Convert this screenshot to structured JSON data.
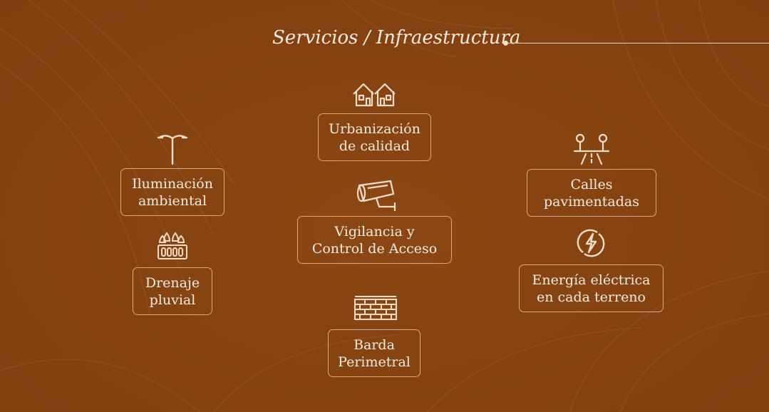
{
  "title": "Servicios / Infraestructura",
  "services": [
    {
      "line1": "Iluminación",
      "line2": "ambiental",
      "icon": "street-lamp-icon"
    },
    {
      "line1": "Drenaje",
      "line2": "pluvial",
      "icon": "drainage-icon"
    },
    {
      "line1": "Urbanización",
      "line2": "de calidad",
      "icon": "houses-icon"
    },
    {
      "line1": "Vigilancia y",
      "line2": "Control de Acceso",
      "icon": "security-camera-icon"
    },
    {
      "line1": "Barda",
      "line2": "Perimetral",
      "icon": "brick-wall-icon"
    },
    {
      "line1": "Calles",
      "line2": "pavimentadas",
      "icon": "paved-road-icon"
    },
    {
      "line1": "Energía eléctrica",
      "line2": "en cada terreno",
      "icon": "electricity-icon"
    }
  ],
  "colors": {
    "background": "#854312",
    "foreground": "#f7ebe0",
    "border": "#d9a882"
  }
}
